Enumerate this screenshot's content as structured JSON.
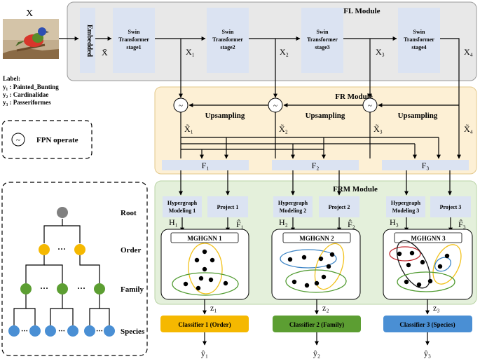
{
  "input": {
    "symbol": "X"
  },
  "label_block": {
    "title": "Label:",
    "y1": "y₁ : Painted_Bunting",
    "y2": "y₂ : Cardinalidae",
    "y3": "y₃ : Passeriformes"
  },
  "legend": {
    "symbol": "~",
    "text": "FPN operate"
  },
  "ihfl": {
    "title": "IHFL Module",
    "embedded": "Embedded",
    "xbar": "X̄",
    "stages": [
      {
        "line1": "Swin",
        "line2": "Transformer",
        "line3": "stage1"
      },
      {
        "line1": "Swin",
        "line2": "Transformer",
        "line3": "stage2"
      },
      {
        "line1": "Swin",
        "line2": "Transformer",
        "line3": "stage3"
      },
      {
        "line1": "Swin",
        "line2": "Transformer",
        "line3": "stage4"
      }
    ],
    "outputs": [
      "X₁",
      "X₂",
      "X₃",
      "X₄"
    ]
  },
  "fr": {
    "title": "FR Module",
    "op": "~",
    "upsampling": "Upsampling",
    "tilde_outputs": [
      "X̃₁",
      "X̃₂",
      "X̃₃",
      "X̃₄"
    ],
    "features": [
      "F₁",
      "F₂",
      "F₃"
    ]
  },
  "frm": {
    "title": "FRM Module",
    "branches": [
      {
        "hg1": "Hypergraph",
        "hg2": "Modeling 1",
        "proj": "Project 1",
        "H": "H₁",
        "Fhat": "F̂₁",
        "mghgnn": "MGHGNN 1",
        "z": "z₁",
        "classifier": "Classifier 1 (Order)",
        "yhat": "ŷ₁"
      },
      {
        "hg1": "Hypergraph",
        "hg2": "Modeling 2",
        "proj": "Project 2",
        "H": "H₂",
        "Fhat": "F̂₂",
        "mghgnn": "MGHGNN 2",
        "z": "z₂",
        "classifier": "Classifier 2 (Family)",
        "yhat": "ŷ₂"
      },
      {
        "hg1": "Hypergraph",
        "hg2": "Modeling 3",
        "proj": "Project 3",
        "H": "H₃",
        "Fhat": "F̂₃",
        "mghgnn": "MGHGNN 3",
        "z": "z₃",
        "classifier": "Classifier 3 (Species)",
        "yhat": "ŷ₃"
      }
    ]
  },
  "tree": {
    "levels": [
      "Root",
      "Order",
      "Family",
      "Species"
    ],
    "ellipsis": "···"
  },
  "colors": {
    "ihfl_bg": "#e8e8e8",
    "fr_bg": "#fdf0d5",
    "frm_bg": "#e4f0db",
    "stage_block": "#dbe3f2",
    "order": "#f5b800",
    "family": "#5c9e32",
    "species": "#3d85c6",
    "root": "#808080"
  }
}
